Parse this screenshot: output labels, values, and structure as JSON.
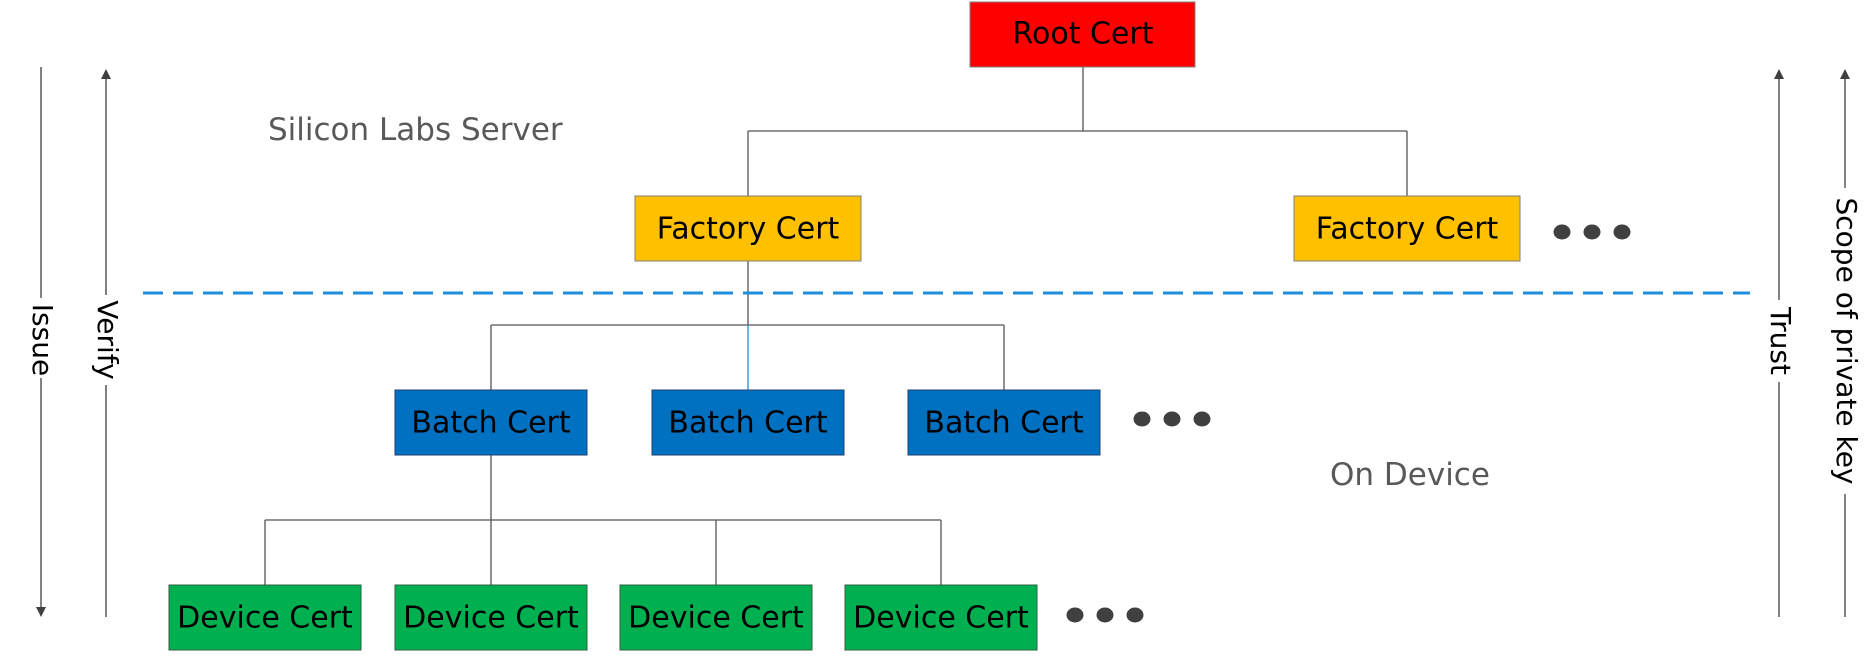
{
  "colors": {
    "root": "#ff0000",
    "factory": "#ffc000",
    "batch": "#0070c0",
    "device": "#00b050",
    "line": "#555555",
    "dashed": "#1f8fdc",
    "zone_text": "#595959",
    "dot": "#404040"
  },
  "zones": {
    "server_label": "Silicon Labs Server",
    "device_label": "On Device"
  },
  "side_arrows": {
    "issue": "Issue",
    "verify": "Verify",
    "trust": "Trust",
    "scope": "Scope of private key"
  },
  "nodes": {
    "root": "Root Cert",
    "factory_1": "Factory Cert",
    "factory_2": "Factory Cert",
    "batch_1": "Batch Cert",
    "batch_2": "Batch Cert",
    "batch_3": "Batch Cert",
    "device_1": "Device Cert",
    "device_2": "Device Cert",
    "device_3": "Device Cert",
    "device_4": "Device Cert"
  }
}
